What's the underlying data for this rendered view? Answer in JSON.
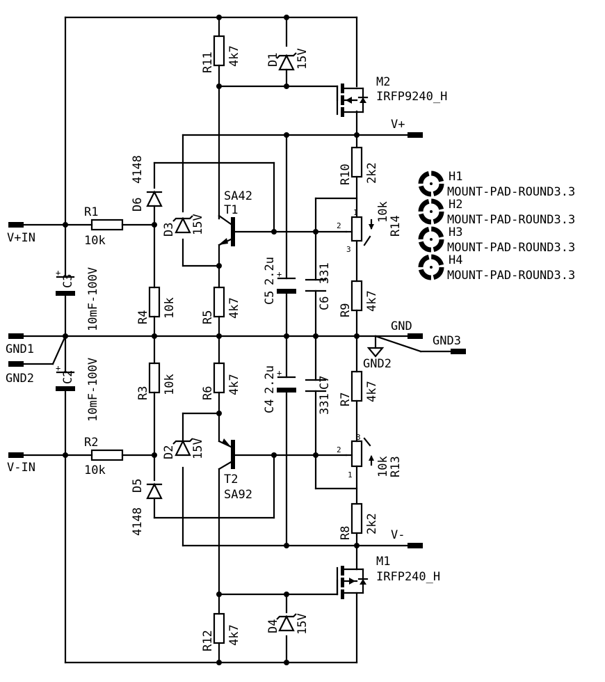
{
  "nets": {
    "vin_pos": "V+IN",
    "vin_neg": "V-IN",
    "gnd1": "GND1",
    "gnd2": "GND2",
    "gnd": "GND",
    "gnd3": "GND3",
    "gnd2_sym": "GND2",
    "vpos": "V+",
    "vneg": "V-"
  },
  "components": {
    "R1": {
      "ref": "R1",
      "value": "10k"
    },
    "R2": {
      "ref": "R2",
      "value": "10k"
    },
    "R3": {
      "ref": "R3",
      "value": "10k"
    },
    "R4": {
      "ref": "R4",
      "value": "10k"
    },
    "R5": {
      "ref": "R5",
      "value": "4k7"
    },
    "R6": {
      "ref": "R6",
      "value": "4k7"
    },
    "R7": {
      "ref": "R7",
      "value": "4k7"
    },
    "R8": {
      "ref": "R8",
      "value": "2k2"
    },
    "R9": {
      "ref": "R9",
      "value": "4k7"
    },
    "R10": {
      "ref": "R10",
      "value": "2k2"
    },
    "R11": {
      "ref": "R11",
      "value": "4k7"
    },
    "R12": {
      "ref": "R12",
      "value": "4k7"
    },
    "R13": {
      "ref": "R13",
      "value": "10k"
    },
    "R14": {
      "ref": "R14",
      "value": "10k"
    },
    "C2": {
      "ref": "C2",
      "value": "10mF-100V"
    },
    "C3": {
      "ref": "C3",
      "value": "10mF-100V"
    },
    "C4": {
      "ref": "C4",
      "value": "2.2u"
    },
    "C5": {
      "ref": "C5",
      "value": "2.2u"
    },
    "C6": {
      "ref": "C6",
      "value": "331"
    },
    "C7": {
      "ref": "C7",
      "value": "331"
    },
    "D1": {
      "ref": "D1",
      "value": "15V"
    },
    "D2": {
      "ref": "D2",
      "value": "15V"
    },
    "D3": {
      "ref": "D3",
      "value": "15V"
    },
    "D4": {
      "ref": "D4",
      "value": "15V"
    },
    "D5": {
      "ref": "D5",
      "value": "4148"
    },
    "D6": {
      "ref": "D6",
      "value": "4148"
    },
    "T1": {
      "ref": "T1",
      "value": "SA42"
    },
    "T2": {
      "ref": "T2",
      "value": "SA92"
    },
    "M1": {
      "ref": "M1",
      "value": "IRFP240_H"
    },
    "M2": {
      "ref": "M2",
      "value": "IRFP9240_H"
    }
  },
  "pot_pins": {
    "p1": "1",
    "p2": "2",
    "p3": "3"
  },
  "mount_pads": [
    {
      "ref": "H1",
      "value": "MOUNT-PAD-ROUND3.3"
    },
    {
      "ref": "H2",
      "value": "MOUNT-PAD-ROUND3.3"
    },
    {
      "ref": "H3",
      "value": "MOUNT-PAD-ROUND3.3"
    },
    {
      "ref": "H4",
      "value": "MOUNT-PAD-ROUND3.3"
    }
  ]
}
